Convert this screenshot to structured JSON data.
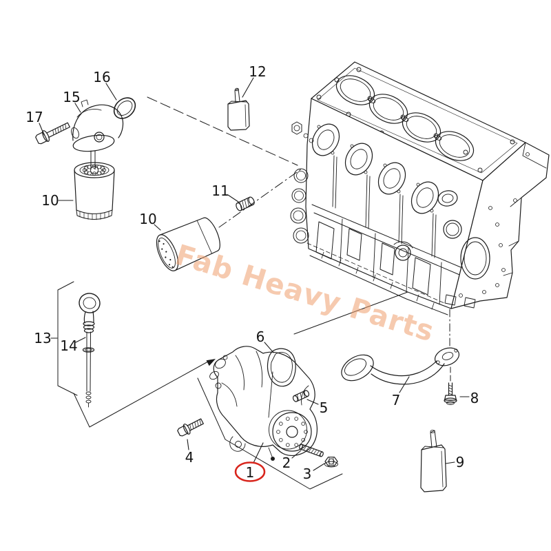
{
  "watermark": {
    "text": "Fab Heavy Parts",
    "color": "#EF9F6E"
  },
  "highlight": {
    "circled_callout": "1",
    "color": "#D8251C"
  },
  "line_color": "#1B1B1B",
  "callouts": {
    "n1": "1",
    "n2": "2",
    "n3": "3",
    "n4": "4",
    "n5": "5",
    "n6": "6",
    "n7": "7",
    "n8": "8",
    "n9": "9",
    "n10a": "10",
    "n10b": "10",
    "n11": "11",
    "n12": "12",
    "n13": "13",
    "n14": "14",
    "n15": "15",
    "n16": "16",
    "n17": "17"
  }
}
